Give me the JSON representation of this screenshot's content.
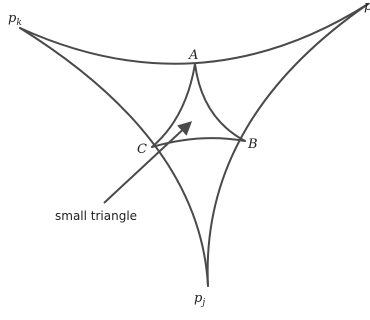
{
  "diagram": {
    "vertices": {
      "a": "A",
      "b": "B",
      "c": "C"
    },
    "outer_points": {
      "pk_base": "p",
      "pk_sub": "k",
      "pj_base": "p",
      "pj_sub": "j",
      "pi_partial": "p"
    },
    "annotation": "small triangle",
    "colors": {
      "stroke": "#4a4a4a",
      "text": "#222222"
    }
  }
}
